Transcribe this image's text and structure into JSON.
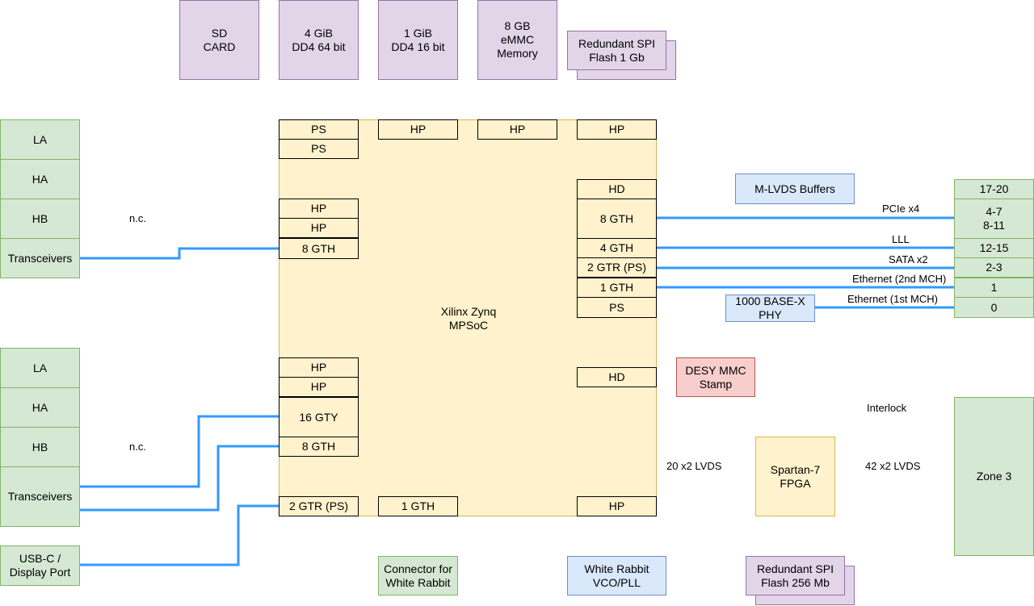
{
  "memory": {
    "sd_card": "SD\nCARD",
    "ddr4_64": "4 GiB\nDD4 64 bit",
    "ddr4_16": "1 GiB\nDD4 16 bit",
    "emmc": "8 GB\neMMC\nMemory",
    "spi_flash_1gb": "Redundant SPI\nFlash 1 Gb"
  },
  "fmc_top": {
    "la": "LA",
    "ha": "HA",
    "hb": "HB",
    "transceivers": "Transceivers",
    "nc": "n.c."
  },
  "fmc_bottom": {
    "la": "LA",
    "ha": "HA",
    "hb": "HB",
    "transceivers": "Transceivers",
    "nc": "n.c."
  },
  "usb": "USB-C /\nDisplay Port",
  "zynq": {
    "name": "Xilinx Zynq\nMPSoC",
    "top_ports": [
      "PS",
      "HP",
      "HP",
      "HP"
    ],
    "ps2": "PS",
    "left_upper": [
      "HP",
      "HP",
      "8 GTH"
    ],
    "left_lower": [
      "HP",
      "HP",
      "16 GTY",
      "8 GTH"
    ],
    "bottom_ports": [
      "2 GTR (PS)",
      "1 GTH",
      "HP"
    ],
    "right_ports": [
      "HD",
      "8 GTH",
      "4 GTH",
      "2 GTR (PS)",
      "1 GTH",
      "PS"
    ],
    "right_hd": "HD"
  },
  "mlvds": "M-LVDS Buffers",
  "phy": "1000 BASE-X\nPHY",
  "zone2": [
    "17-20",
    "4-7\n8-11",
    "12-15",
    "2-3",
    "1",
    "0"
  ],
  "links": {
    "pcie": "PCIe x4",
    "lll": "LLL",
    "sata": "SATA x2",
    "eth2": "Ethernet (2nd MCH)",
    "eth1": "Ethernet (1st MCH)"
  },
  "mmc": "DESY MMC\nStamp",
  "interlock": "Interlock",
  "spartan": "Spartan-7\nFPGA",
  "lvds20": "20 x2 LVDS",
  "lvds42": "42 x2 LVDS",
  "zone3": "Zone 3",
  "wr_connector": "Connector for\nWhite Rabbit",
  "wr_pll": "White Rabbit\nVCO/PLL",
  "spi_flash_256": "Redundant SPI\nFlash 256 Mb",
  "colors": {
    "wire": "#3399ff"
  }
}
